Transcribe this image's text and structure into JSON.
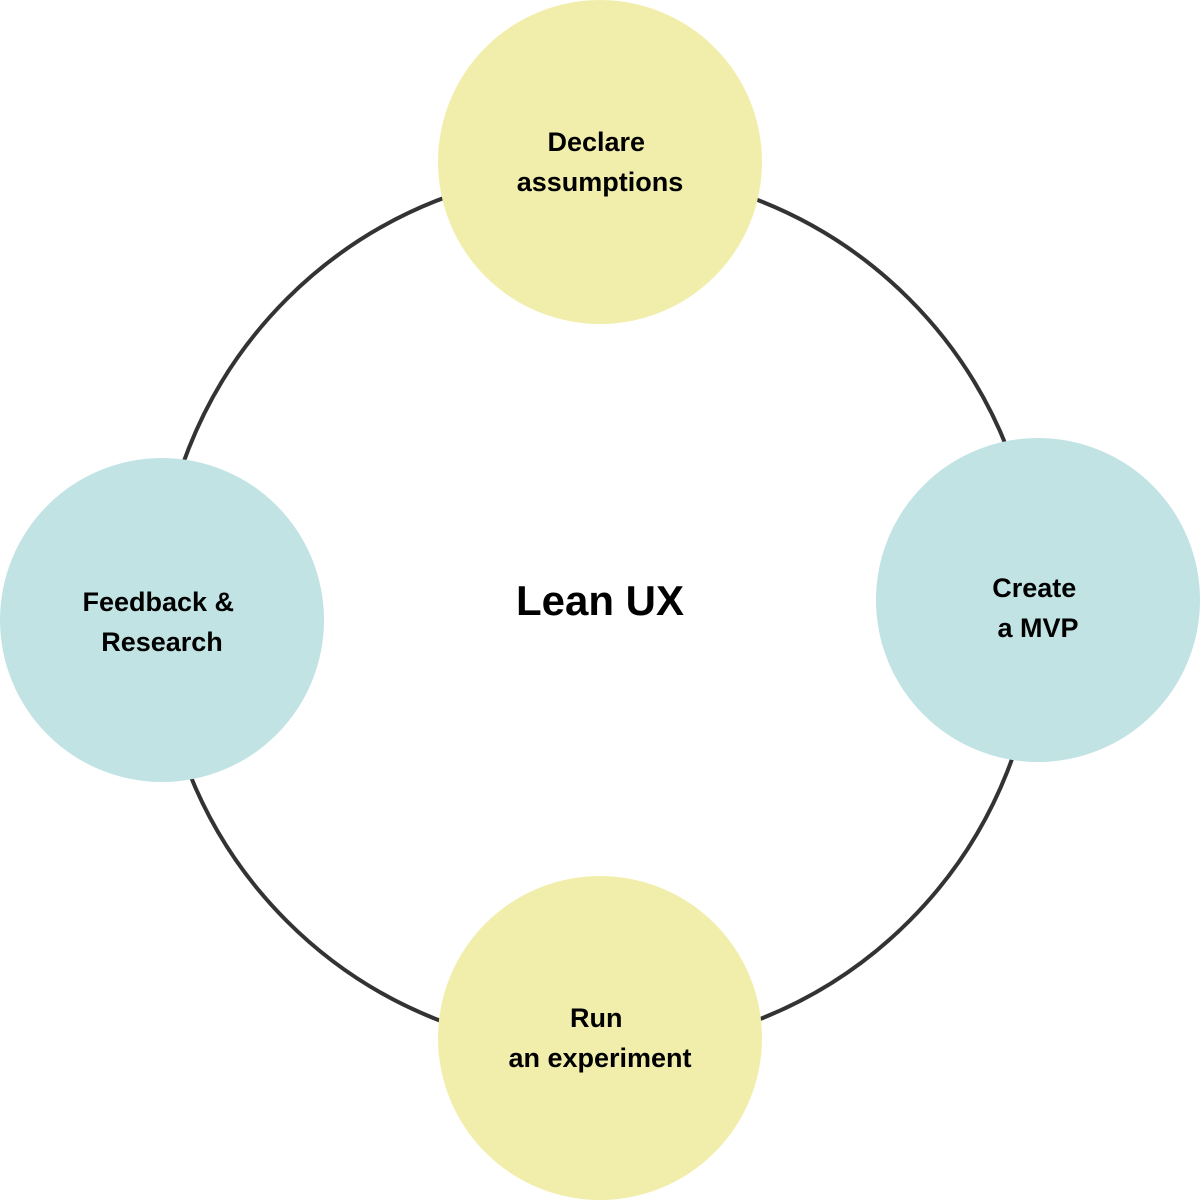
{
  "diagram": {
    "center_label": "Lean UX",
    "colors": {
      "ring": "#333333",
      "yellow": "#f1eeab",
      "blue": "#c1e3e3"
    },
    "nodes": [
      {
        "id": "declare",
        "lines": [
          "Declare",
          "assumptions"
        ],
        "color": "yellow"
      },
      {
        "id": "mvp",
        "lines": [
          "Create",
          "a MVP"
        ],
        "color": "blue"
      },
      {
        "id": "experiment",
        "lines": [
          "Run",
          "an experiment"
        ],
        "color": "yellow"
      },
      {
        "id": "feedback",
        "lines": [
          "Feedback &",
          "Research"
        ],
        "color": "blue"
      }
    ]
  }
}
